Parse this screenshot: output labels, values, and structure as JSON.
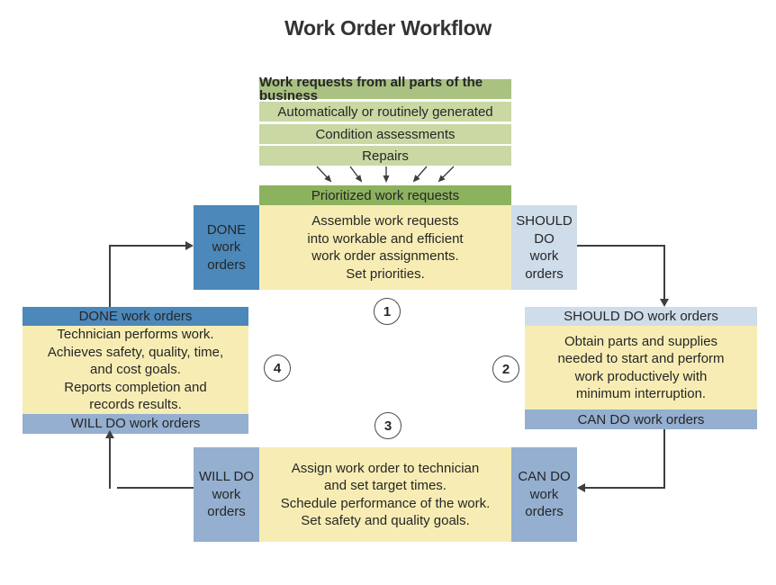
{
  "title": "Work Order Workflow",
  "funnel": {
    "header": "Work requests from all parts of the business",
    "sources": [
      "Automatically or routinely generated",
      "Condition assessments",
      "Repairs"
    ],
    "output": "Prioritized work requests"
  },
  "steps": {
    "plan": {
      "number": "1",
      "left_cell": "DONE\nwork\norders",
      "body": "Assemble work requests\ninto workable and efficient\nwork order assignments.\nSet priorities.",
      "right_cell": "SHOULD\nDO\nwork\norders"
    },
    "prepare": {
      "number": "2",
      "header": "SHOULD DO work orders",
      "body": "Obtain parts and supplies\nneeded to start and perform\nwork productively with\nminimum interruption.",
      "footer": "CAN DO work orders"
    },
    "schedule": {
      "number": "3",
      "left_cell": "WILL DO\nwork\norders",
      "body": "Assign work order to technician\nand set target times.\nSchedule performance of the work.\nSet safety and quality goals.",
      "right_cell": "CAN DO\nwork\norders"
    },
    "execute": {
      "number": "4",
      "header": "DONE work orders",
      "body": "Technician performs work.\nAchieves safety, quality, time,\nand cost goals.\nReports completion and\nrecords results.",
      "footer": "WILL DO work orders"
    }
  },
  "colors": {
    "green-header": "#a9c181",
    "green-light": "#cad8a4",
    "green-dark": "#8db25e",
    "yellow": "#f7edb4",
    "blue-strong": "#4c88ba",
    "blue-light": "#cfdcea",
    "blue-steel": "#94afd0",
    "line": "#3f3f3f",
    "text": "#262626"
  }
}
